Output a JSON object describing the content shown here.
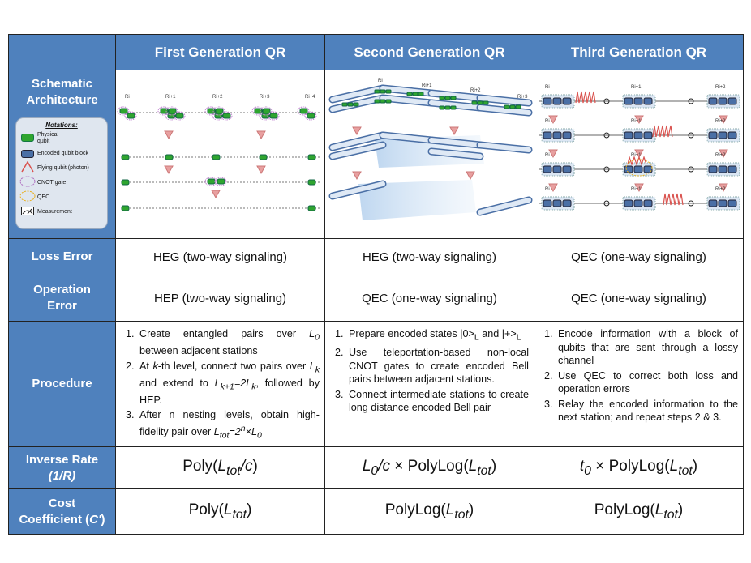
{
  "columns": [
    "",
    "First Generation QR",
    "Second Generation QR",
    "Third Generation QR"
  ],
  "schematic": {
    "label_line1": "Schematic",
    "label_line2": "Architecture",
    "legend": {
      "title": "Notations:",
      "items": [
        "Physical qubit",
        "Encoded qubit block",
        "Flying qubit (photon)",
        "CNOT gate",
        "QEC",
        "Measurement"
      ]
    },
    "gen1_labels": [
      "Ri",
      "Ri+1",
      "Ri+2",
      "Ri+3",
      "Ri+4"
    ],
    "gen2_labels": [
      "Ri",
      "Ri+1",
      "Ri+2",
      "Ri+3"
    ],
    "gen3_labels": [
      "Ri",
      "Ri+1",
      "Ri+2"
    ]
  },
  "loss_error": {
    "label": "Loss Error",
    "values": [
      "HEG (two-way signaling)",
      "HEG (two-way signaling)",
      "QEC (one-way signaling)"
    ]
  },
  "operation_error": {
    "label_line1": "Operation",
    "label_line2": "Error",
    "values": [
      "HEP (two-way signaling)",
      "QEC (one-way signaling)",
      "QEC (one-way signaling)"
    ]
  },
  "procedure": {
    "label": "Procedure",
    "gen1": [
      "Create entangled pairs over L0 between adjacent stations",
      "At k-th level, connect two pairs over Lk and extend to Lk+1=2Lk, followed by HEP.",
      "After n nesting levels, obtain high-fidelity pair over Ltot=2n×L0"
    ],
    "gen2": [
      "Prepare encoded states |0>L and |+>L",
      "Use teleportation-based non-local CNOT gates to create encoded Bell pairs between adjacent stations.",
      "Connect intermediate stations to create long distance encoded Bell pair"
    ],
    "gen3": [
      "Encode information with a block of qubits that are sent through a lossy channel",
      "Use QEC to correct both loss and operation errors",
      "Relay the encoded information to the  next station; and repeat steps 2 & 3."
    ]
  },
  "inverse_rate": {
    "label_line1": "Inverse Rate",
    "label_line2": "(1/R)",
    "values": [
      "Poly(Ltot/c)",
      "L0/c × PolyLog(Ltot)",
      "t0 × PolyLog(Ltot)"
    ]
  },
  "cost": {
    "label_line1": "Cost",
    "label_line2": "Coefficient (C′)",
    "values": [
      "Poly(Ltot)",
      "PolyLog(Ltot)",
      "PolyLog(Ltot)"
    ]
  },
  "colors": {
    "header_blue": "#4f81bd",
    "qubit_green": "#2fa52f",
    "encoded_blue": "#4a6fa5",
    "photon_red": "#d9534f"
  }
}
